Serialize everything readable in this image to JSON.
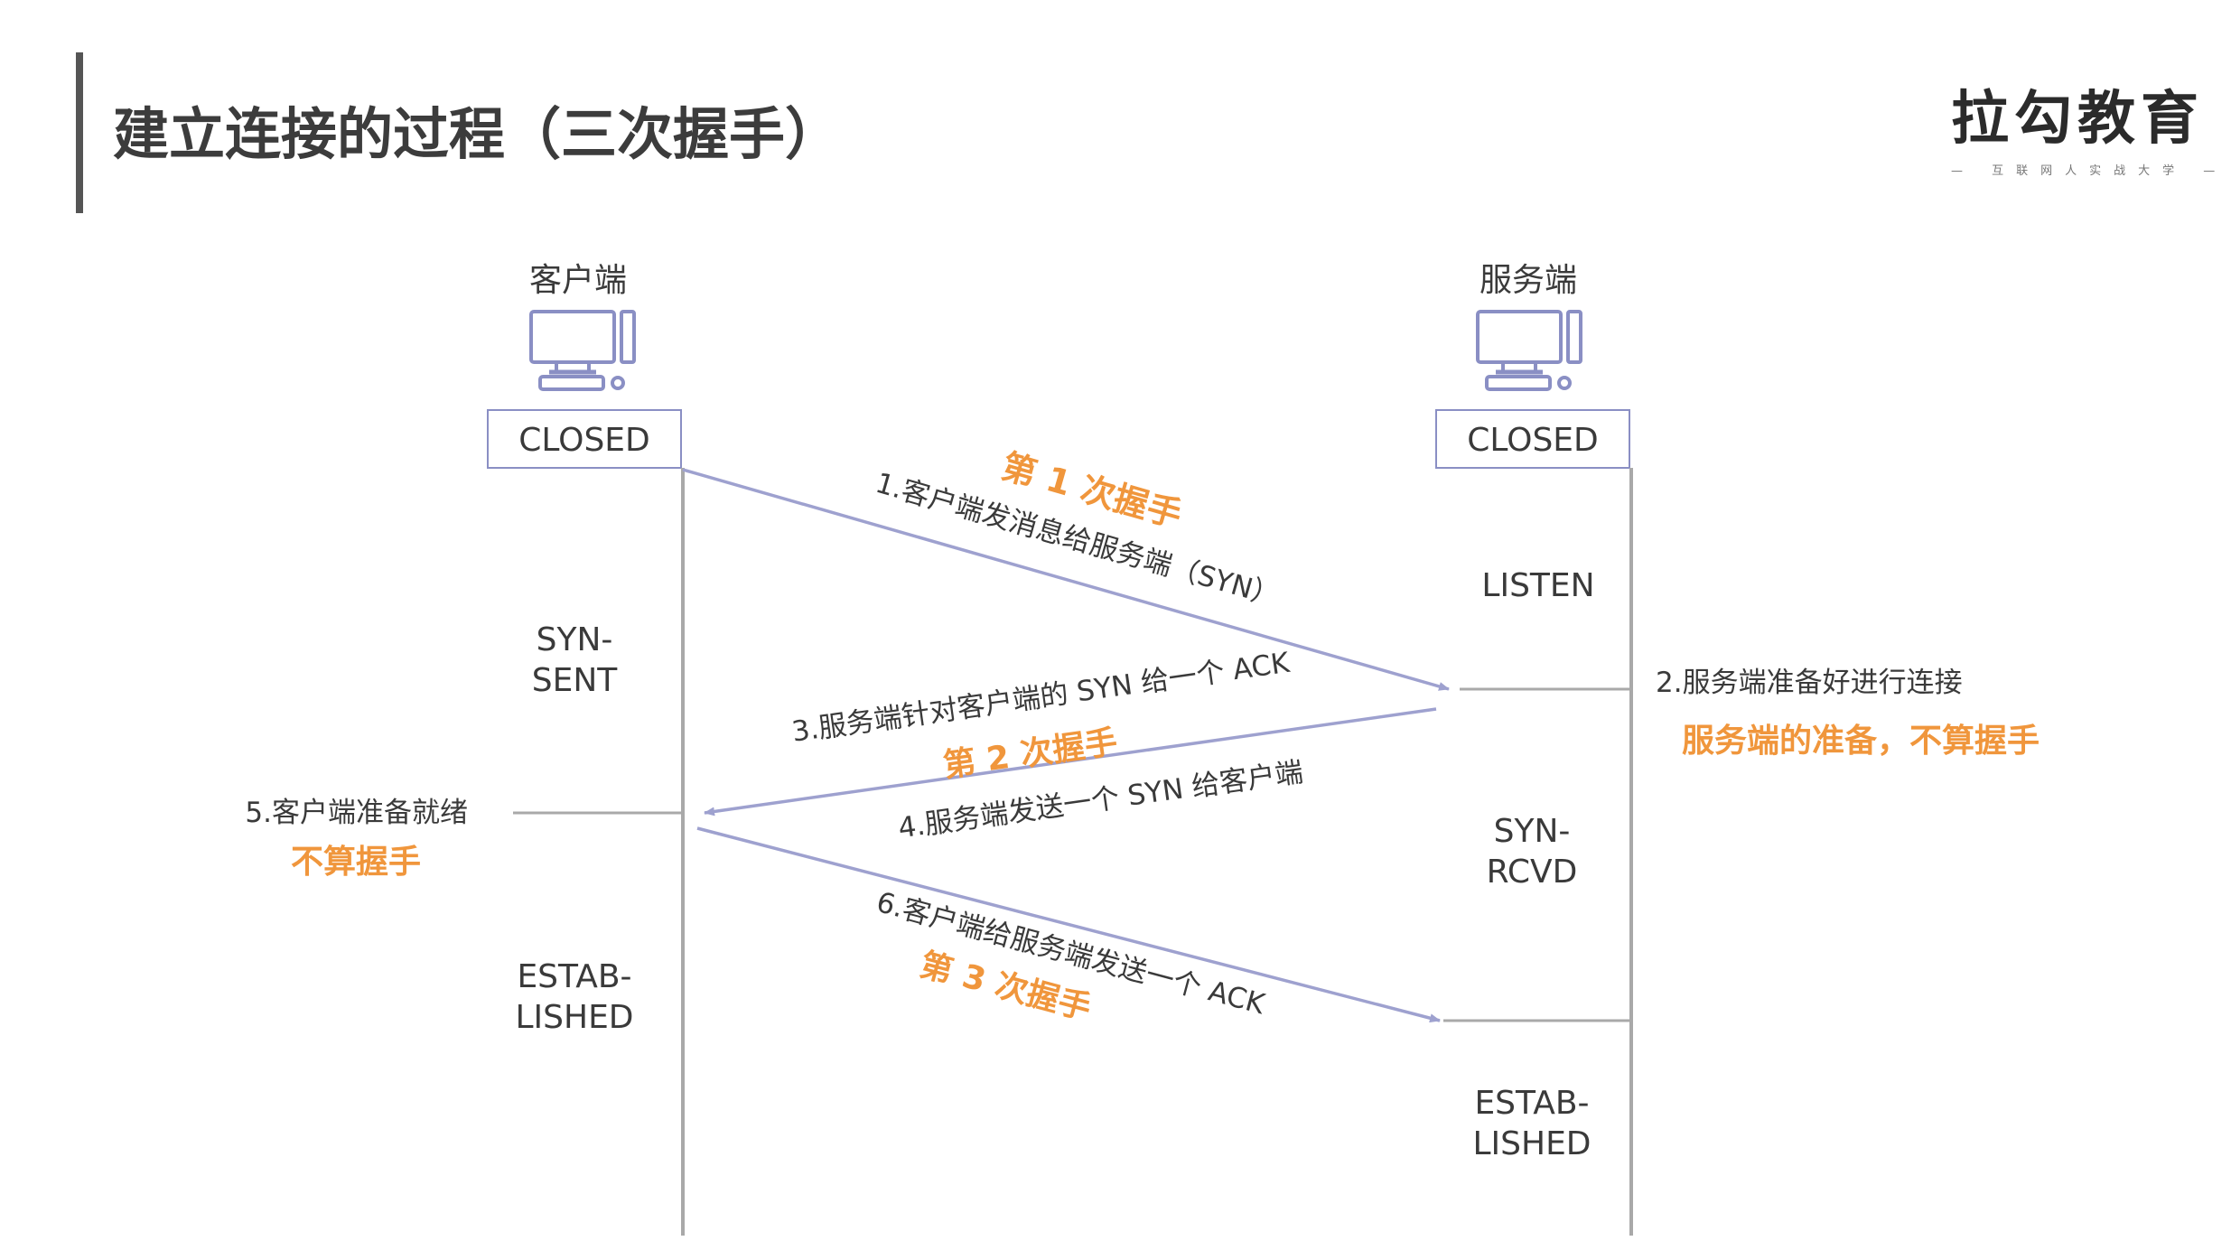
{
  "title": "建立连接的过程（三次握手）",
  "logo": {
    "name": "拉勾教育",
    "tagline": "互联网人实战大学"
  },
  "colors": {
    "arrow": "#9ea1cf",
    "line": "#a9a9a9",
    "accent": "#f0963c",
    "text": "#3a3a3a",
    "box_border": "#8a8fc4"
  },
  "client": {
    "label": "客户端",
    "icon": "desktop-computer-icon",
    "initial_state": "CLOSED"
  },
  "server": {
    "label": "服务端",
    "icon": "desktop-computer-icon",
    "initial_state": "CLOSED"
  },
  "client_states": [
    {
      "line1": "SYN-",
      "line2": "SENT"
    },
    {
      "line1": "ESTAB-",
      "line2": "LISHED"
    }
  ],
  "server_states": [
    {
      "line1": "LISTEN",
      "line2": ""
    },
    {
      "line1": "SYN-",
      "line2": "RCVD"
    },
    {
      "line1": "ESTAB-",
      "line2": "LISHED"
    }
  ],
  "messages": {
    "m1": "1.客户端发消息给服务端（SYN）",
    "m3": "3.服务端针对客户端的 SYN 给一个 ACK",
    "m4": "4.服务端发送一个 SYN 给客户端",
    "m6": "6.客户端给服务端发送一个 ACK"
  },
  "handshakes": {
    "h1": "第 1 次握手",
    "h2": "第 2 次握手",
    "h3": "第 3 次握手"
  },
  "notes": {
    "server_ready": "2.服务端准备好进行连接",
    "server_ready_note": "服务端的准备，不算握手",
    "client_ready": "5.客户端准备就绪",
    "client_ready_note": "不算握手"
  }
}
